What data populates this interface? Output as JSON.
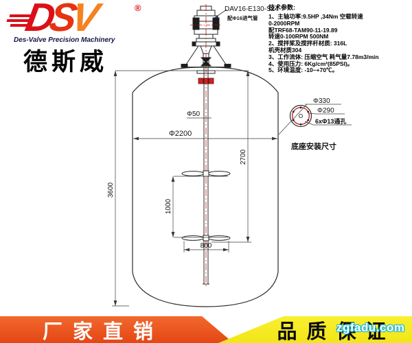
{
  "logo": {
    "brand_d": "D",
    "brand_s": "S",
    "brand_v": "V",
    "registered": "®",
    "tagline": "Des-Valve Precision Machinery",
    "brand_cn": "德斯威"
  },
  "motor_label": {
    "model": "DAV16-E130-S24",
    "note": "配Φ16进气管"
  },
  "specs": {
    "title": "技术参数:",
    "lines": [
      "1、主轴功率:9.5HP ,34Nm 空载转速",
      "0-2000RPM",
      "配TRF68-TAM90-11-19.89",
      "转速0-100RPM 500NM",
      "2、搅拌桨及搅拌杆材质: 316L",
      "机壳材质304",
      "3、工作流体: 压缩空气 耗气量7.78m3/min",
      "4、使用压力: 6Kg/cm²(85PSI)。",
      "5、环境温度: -10~+70℃。"
    ]
  },
  "dimensions": {
    "tank_diameter": "Φ2200",
    "shaft_diameter": "Φ50",
    "tank_height": "3600",
    "shaft_length": "2700",
    "impeller_spacing": "1000",
    "impeller_width": "800"
  },
  "base_detail": {
    "outer_diameter": "Φ330",
    "bolt_circle": "Φ290",
    "holes": "6xΦ13通孔",
    "caption": "底座安装尺寸"
  },
  "banners": {
    "left_label": "厂家直销",
    "right_label": "品质保证"
  },
  "watermark": "zgfadu.com",
  "colors": {
    "logo_red": "#dc0f18",
    "logo_orange": "#f58220",
    "banner_orange": "#e84f1c",
    "banner_yellow": "#f6e920",
    "drawing_red": "#cc1111",
    "leader_blue": "#2b3fbb"
  }
}
